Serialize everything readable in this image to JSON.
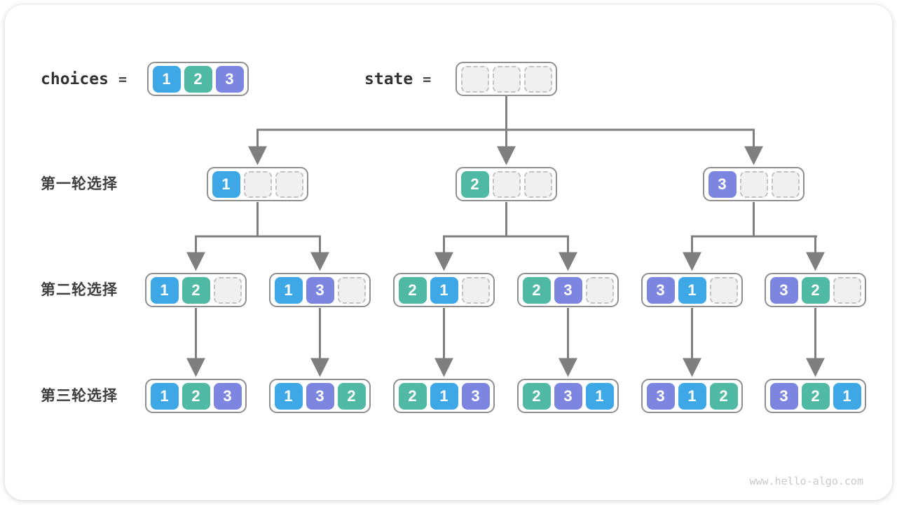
{
  "legend": {
    "choices_label": "choices",
    "state_label": "state",
    "equals": "="
  },
  "rows": {
    "round1_label": "第一轮选择",
    "round2_label": "第二轮选择",
    "round3_label": "第三轮选择"
  },
  "tree": {
    "choices": [
      "1",
      "2",
      "3"
    ],
    "state": [
      "",
      "",
      ""
    ],
    "round1": [
      [
        "1",
        "",
        ""
      ],
      [
        "2",
        "",
        ""
      ],
      [
        "3",
        "",
        ""
      ]
    ],
    "round2": [
      [
        "1",
        "2",
        ""
      ],
      [
        "1",
        "3",
        ""
      ],
      [
        "2",
        "1",
        ""
      ],
      [
        "2",
        "3",
        ""
      ],
      [
        "3",
        "1",
        ""
      ],
      [
        "3",
        "2",
        ""
      ]
    ],
    "round3": [
      [
        "1",
        "2",
        "3"
      ],
      [
        "1",
        "3",
        "2"
      ],
      [
        "2",
        "1",
        "3"
      ],
      [
        "2",
        "3",
        "1"
      ],
      [
        "3",
        "1",
        "2"
      ],
      [
        "3",
        "2",
        "1"
      ]
    ]
  },
  "colors": {
    "choice_1_blue": "#3ea7e6",
    "choice_2_teal": "#50b9a4",
    "choice_3_purple": "#7c86e0",
    "empty_slot_fill": "#f0f0f0",
    "empty_slot_border": "#c2c2c2",
    "node_border": "#8f8f8f",
    "arrow_gray": "#7f7f7f"
  },
  "footer": {
    "watermark": "www.hello-algo.com"
  }
}
